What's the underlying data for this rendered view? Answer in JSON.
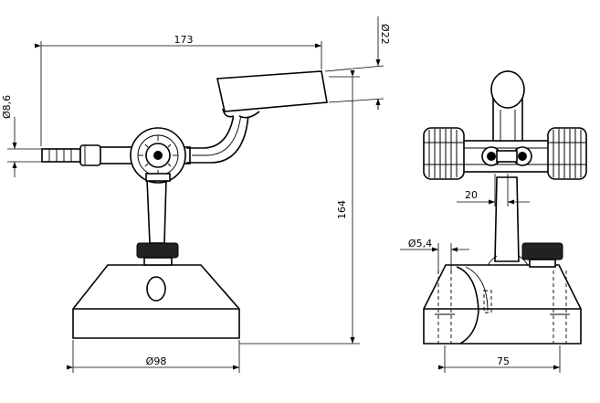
{
  "dimensions": {
    "overall_length": "173",
    "lamp_diameter": "22",
    "nozzle_diameter": "8,6",
    "height": "164",
    "base_diameter": "98",
    "clamp_width": "20",
    "bolt_diameter": "5,4",
    "base_width": "75"
  },
  "symbols": {
    "diameter": "Ø"
  }
}
